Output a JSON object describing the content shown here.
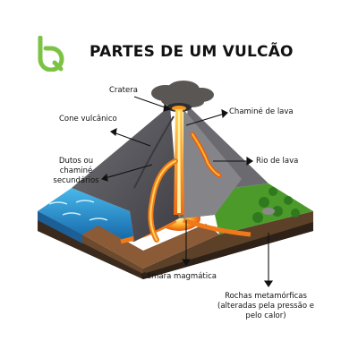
{
  "title": "PARTES DE UM VULCÃO",
  "logo": {
    "name": "brand-logo",
    "color": "#7cc243"
  },
  "labels": {
    "cratera": "Cratera",
    "cone": "Cone vulcânico",
    "dutos": "Dutos ou\nchaminé\nsecundários",
    "chamine": "Chaminé de lava",
    "rio": "Rio de lava",
    "camara": "Câmara magmática",
    "rochas": "Rochas metamórficas\n(alteradas pela pressão e\npelo calor)"
  },
  "colors": {
    "lava": "#f07a1a",
    "lava_bright": "#ffc233",
    "rock": "#5b5b5f",
    "water": "#1f8fd0",
    "grass": "#4c9a2a"
  }
}
